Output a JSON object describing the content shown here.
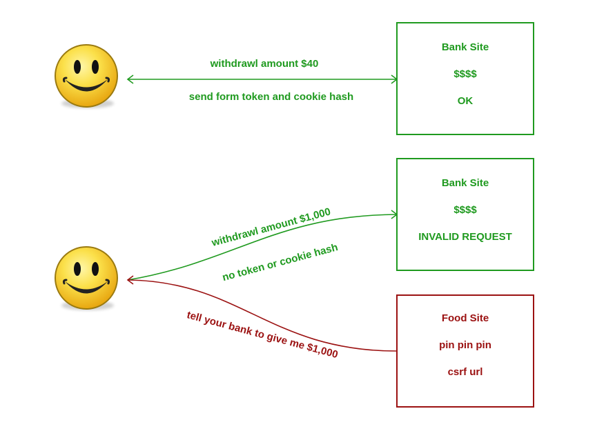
{
  "top": {
    "arrow_label_1": "withdrawl amount $40",
    "arrow_label_2": "send form token and cookie hash",
    "bank_box": {
      "title": "Bank Site",
      "line2": "$$$$",
      "line3": "OK"
    }
  },
  "bottom": {
    "green_label_1": "withdrawl amount $1,000",
    "green_label_2": "no token or cookie hash",
    "red_label": "tell your bank to give me $1,000",
    "bank_box": {
      "title": "Bank Site",
      "line2": "$$$$",
      "line3": "INVALID REQUEST"
    },
    "food_box": {
      "title": "Food Site",
      "line2": "pin pin pin",
      "line3": "csrf url"
    }
  },
  "colors": {
    "green": "#1f9a1f",
    "red": "#9b1111",
    "face_yellow": "#f7d11e"
  },
  "icons": {
    "user_face": "smiley-face-icon"
  }
}
